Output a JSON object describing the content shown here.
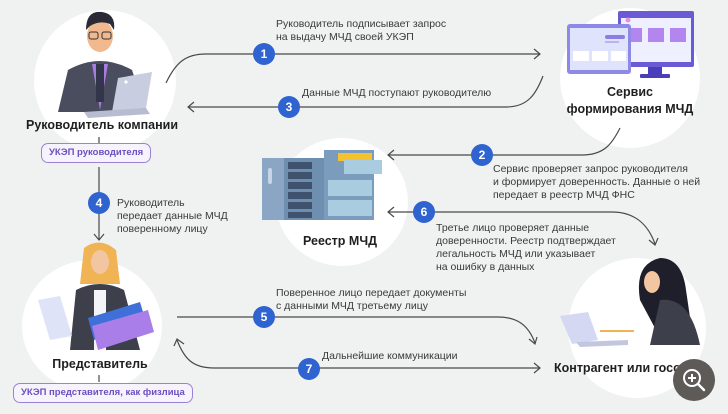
{
  "nodes": {
    "manager": {
      "title": "Руководитель компании",
      "badge": "УКЭП руководителя"
    },
    "service": {
      "title_line1": "Сервис",
      "title_line2": "формирования МЧД"
    },
    "registry": {
      "title": "Реестр МЧД"
    },
    "representative": {
      "title": "Представитель",
      "badge": "УКЭП представителя, как физлица"
    },
    "counterparty": {
      "title": "Контрагент или госорган"
    }
  },
  "steps": [
    {
      "number": "1",
      "lines": [
        "Руководитель подписывает запрос",
        "на выдачу МЧД своей УКЭП"
      ]
    },
    {
      "number": "2",
      "lines": [
        "Сервис проверяет запрос руководителя",
        "и формирует доверенность. Данные о ней",
        "передает в реестр МЧД ФНС"
      ]
    },
    {
      "number": "3",
      "lines": [
        "Данные МЧД поступают руководителю"
      ]
    },
    {
      "number": "4",
      "lines": [
        "Руководитель",
        "передает данные МЧД",
        "поверенному лицу"
      ]
    },
    {
      "number": "5",
      "lines": [
        "Поверенное лицо передает документы",
        "с данными МЧД третьему лицу"
      ]
    },
    {
      "number": "6",
      "lines": [
        "Третье лицо проверяет данные",
        "доверенности. Реестр подтверждает",
        "легальность МЧД или указывает",
        "на ошибку в данных"
      ]
    },
    {
      "number": "7",
      "lines": [
        "Дальнейшие коммуникации"
      ]
    }
  ],
  "colors": {
    "step_blue": "#2f63d0",
    "badge_purple": "#9b82d6",
    "background": "#f0f1f1"
  },
  "controls": {
    "zoom_icon": "zoom-in-icon"
  }
}
